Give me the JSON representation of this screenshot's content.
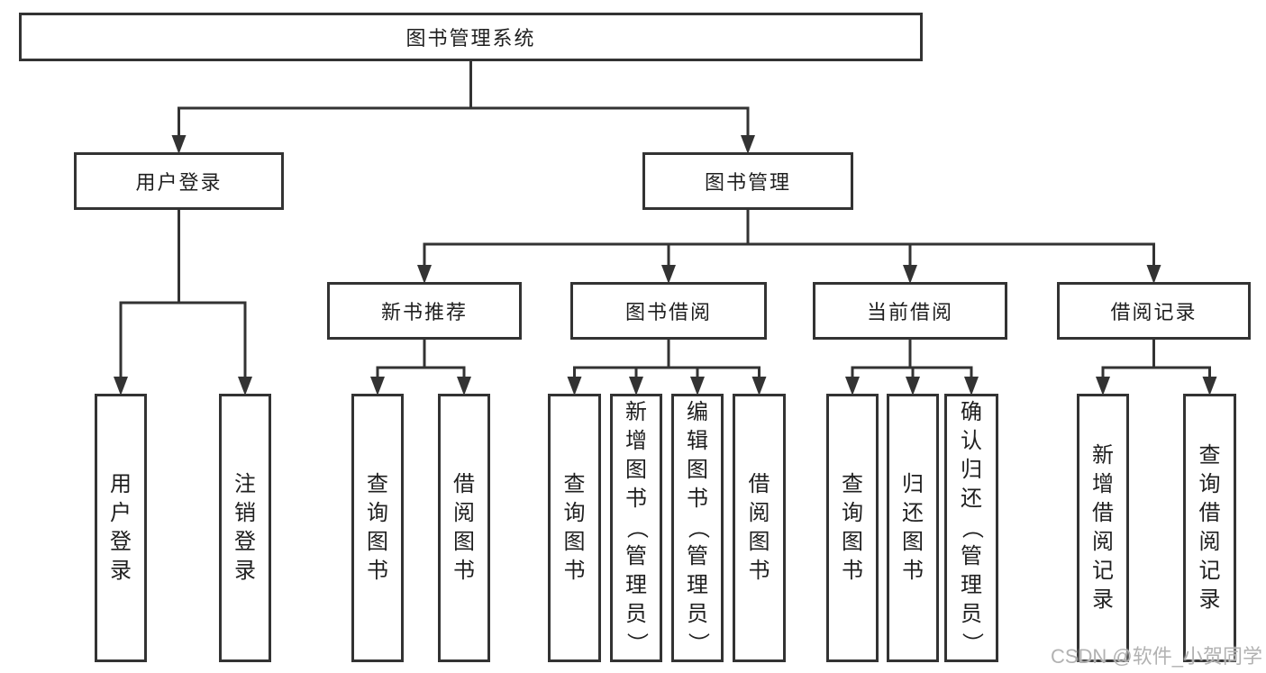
{
  "page": {
    "background": "#ffffff"
  },
  "colors": {
    "line": "#333333",
    "text": "#1f1f1f",
    "watermark": "#b2b2b2"
  },
  "watermark": {
    "text": "CSDN @软件_小贺同学"
  },
  "nodes": [
    {
      "id": "root",
      "label": "图书管理系统",
      "parent": null,
      "orientation": "horizontal"
    },
    {
      "id": "user-login",
      "label": "用户登录",
      "parent": "root",
      "orientation": "horizontal"
    },
    {
      "id": "book-mgmt",
      "label": "图书管理",
      "parent": "root",
      "orientation": "horizontal"
    },
    {
      "id": "login",
      "label": "用户登录",
      "parent": "user-login",
      "orientation": "vertical"
    },
    {
      "id": "logout",
      "label": "注销登录",
      "parent": "user-login",
      "orientation": "vertical"
    },
    {
      "id": "new-book-rec",
      "label": "新书推荐",
      "parent": "book-mgmt",
      "orientation": "horizontal"
    },
    {
      "id": "book-borrow",
      "label": "图书借阅",
      "parent": "book-mgmt",
      "orientation": "horizontal"
    },
    {
      "id": "current-borrow",
      "label": "当前借阅",
      "parent": "book-mgmt",
      "orientation": "horizontal"
    },
    {
      "id": "borrow-record",
      "label": "借阅记录",
      "parent": "book-mgmt",
      "orientation": "horizontal"
    },
    {
      "id": "rec-query",
      "label": "查询图书",
      "parent": "new-book-rec",
      "orientation": "vertical"
    },
    {
      "id": "rec-borrow",
      "label": "借阅图书",
      "parent": "new-book-rec",
      "orientation": "vertical"
    },
    {
      "id": "bb-query",
      "label": "查询图书",
      "parent": "book-borrow",
      "orientation": "vertical"
    },
    {
      "id": "bb-add",
      "label": "新增图书（管理员）",
      "parent": "book-borrow",
      "orientation": "vertical"
    },
    {
      "id": "bb-edit",
      "label": "编辑图书（管理员）",
      "parent": "book-borrow",
      "orientation": "vertical"
    },
    {
      "id": "bb-borrow",
      "label": "借阅图书",
      "parent": "book-borrow",
      "orientation": "vertical"
    },
    {
      "id": "cb-query",
      "label": "查询图书",
      "parent": "current-borrow",
      "orientation": "vertical"
    },
    {
      "id": "cb-return",
      "label": "归还图书",
      "parent": "current-borrow",
      "orientation": "vertical"
    },
    {
      "id": "cb-confirm",
      "label": "确认归还（管理员）",
      "parent": "current-borrow",
      "orientation": "vertical"
    },
    {
      "id": "br-add",
      "label": "新增借阅记录",
      "parent": "borrow-record",
      "orientation": "vertical"
    },
    {
      "id": "br-query",
      "label": "查询借阅记录",
      "parent": "borrow-record",
      "orientation": "vertical"
    }
  ]
}
